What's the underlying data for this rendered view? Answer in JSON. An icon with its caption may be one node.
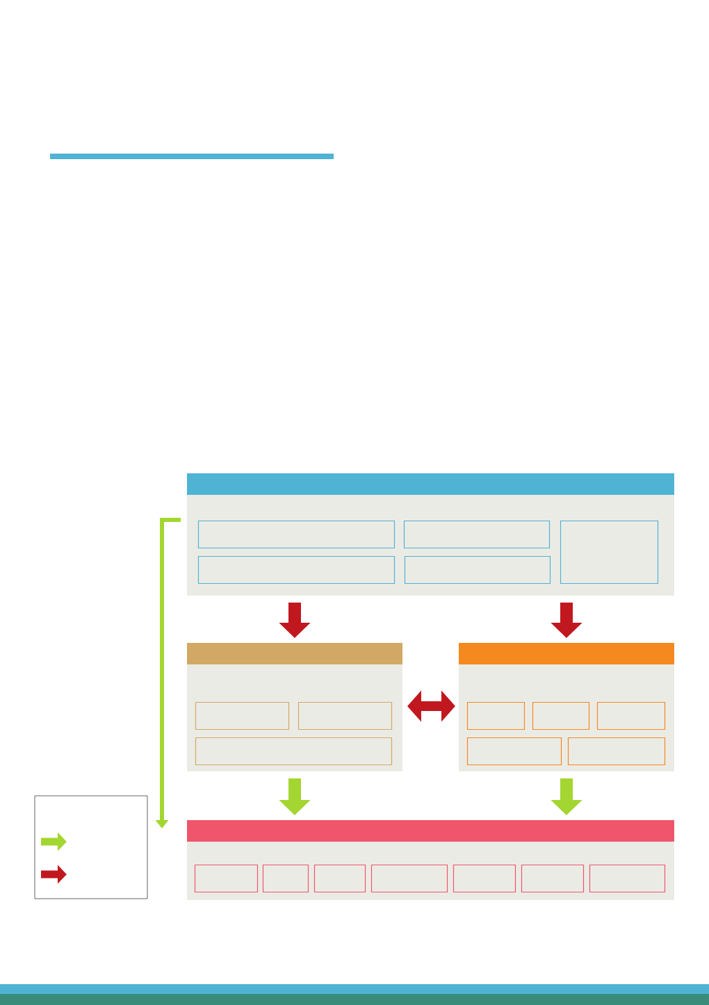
{
  "diagram": {
    "nodes": [
      {
        "text": [],
        "shape": "box"
      },
      {
        "text": [],
        "shape": "box",
        "in": 0
      },
      {
        "text": [],
        "shape": "box",
        "in": 0
      },
      {
        "text": [],
        "shape": "box",
        "in": 0
      },
      {
        "text": [],
        "shape": "box",
        "in": 0
      },
      {
        "text": [],
        "shape": "box",
        "in": 0
      },
      {
        "text": [],
        "shape": "box"
      },
      {
        "text": [],
        "shape": "box",
        "in": 6
      },
      {
        "text": [],
        "shape": "box",
        "in": 6
      },
      {
        "text": [],
        "shape": "box",
        "in": 6
      },
      {
        "text": [],
        "shape": "box"
      },
      {
        "text": [],
        "shape": "box",
        "in": 10
      },
      {
        "text": [],
        "shape": "box",
        "in": 10
      },
      {
        "text": [],
        "shape": "box",
        "in": 10
      },
      {
        "text": [],
        "shape": "box",
        "in": 10
      },
      {
        "text": [],
        "shape": "box",
        "in": 10
      },
      {
        "text": [],
        "shape": "box"
      },
      {
        "text": [],
        "shape": "box",
        "in": 16
      },
      {
        "text": [],
        "shape": "box",
        "in": 16
      },
      {
        "text": [],
        "shape": "box",
        "in": 16
      },
      {
        "text": [],
        "shape": "box",
        "in": 16
      },
      {
        "text": [],
        "shape": "box",
        "in": 16
      },
      {
        "text": [],
        "shape": "box",
        "in": 16
      },
      {
        "text": [],
        "shape": "box",
        "in": 16
      }
    ],
    "edges": [
      {
        "from": 0,
        "to": 6,
        "arrow": "to"
      },
      {
        "from": 0,
        "to": 10,
        "arrow": "to"
      },
      {
        "from": 6,
        "to": 10,
        "arrow": "both"
      },
      {
        "from": 6,
        "to": 16,
        "arrow": "to",
        "color": "#a3d630"
      },
      {
        "from": 10,
        "to": 16,
        "arrow": "to",
        "color": "#a3d630"
      },
      {
        "from": 0,
        "to": 16,
        "arrow": "to",
        "color": "#a3d630"
      }
    ]
  }
}
